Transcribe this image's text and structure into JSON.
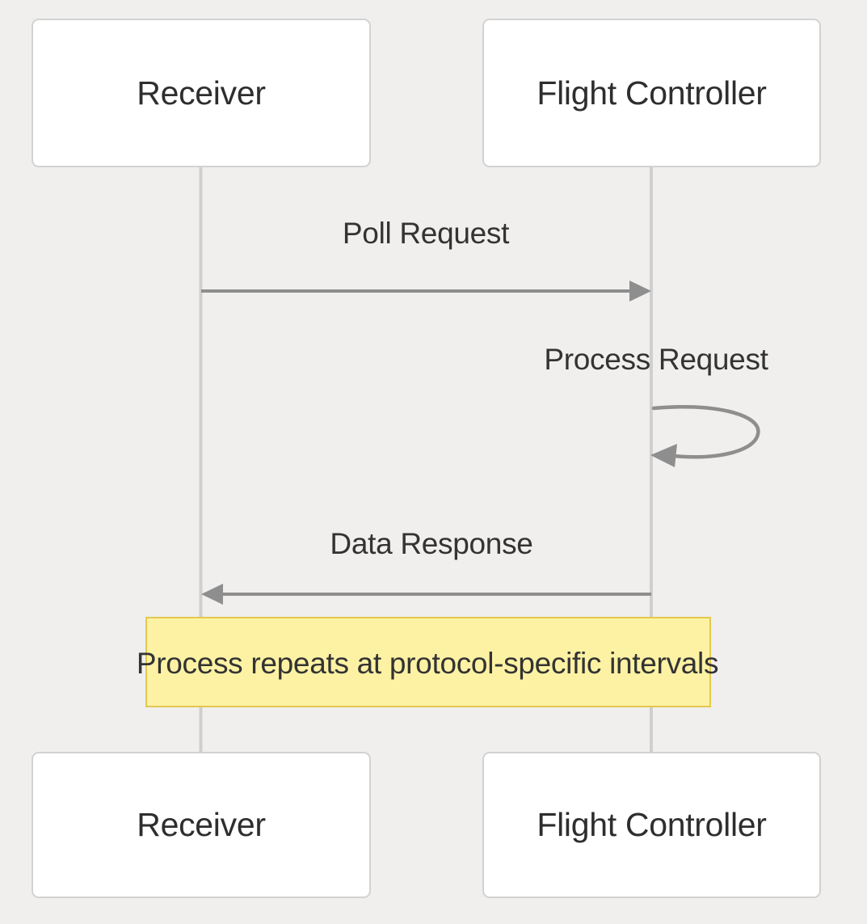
{
  "diagram": {
    "type": "sequence-diagram",
    "background_color": "#f0efee",
    "actor_box_fill": "#ffffff",
    "actor_box_border": "#d2d2d2",
    "lifeline_color": "#cfcfcf",
    "message_color": "#888888",
    "text_color": "#333333",
    "note_fill": "#fdf2a4",
    "note_border": "#e3c84e",
    "participants": [
      {
        "id": "receiver",
        "label": "Receiver"
      },
      {
        "id": "flight_controller",
        "label": "Flight Controller"
      }
    ],
    "participants_bottom": [
      {
        "id": "receiver",
        "label": "Receiver"
      },
      {
        "id": "flight_controller",
        "label": "Flight Controller"
      }
    ],
    "messages": [
      {
        "id": "poll-request",
        "label": "Poll Request",
        "from": "receiver",
        "to": "flight_controller",
        "direction": "right",
        "kind": "solid-arrow"
      },
      {
        "id": "process-request",
        "label": "Process Request",
        "from": "flight_controller",
        "to": "flight_controller",
        "direction": "self",
        "kind": "self-loop"
      },
      {
        "id": "data-response",
        "label": "Data Response",
        "from": "flight_controller",
        "to": "receiver",
        "direction": "left",
        "kind": "solid-arrow"
      }
    ],
    "notes": [
      {
        "id": "repeat-note",
        "label": "Process repeats at protocol-specific intervals",
        "span": "over-all"
      }
    ]
  }
}
